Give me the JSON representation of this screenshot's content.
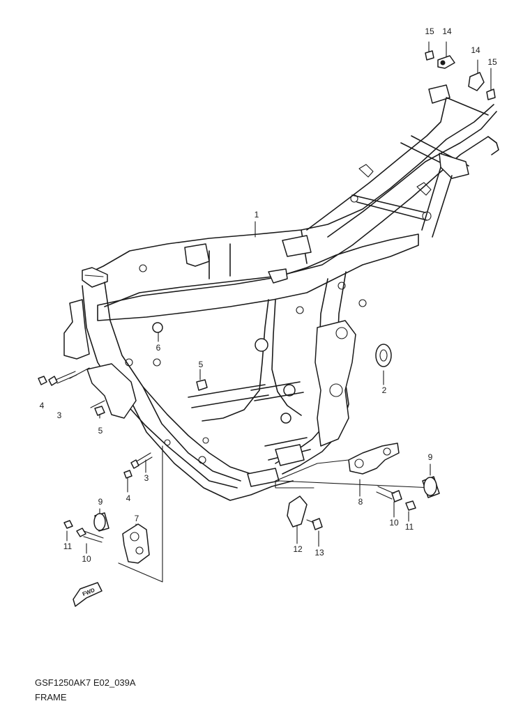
{
  "diagram": {
    "code": "GSF1250AK7 E02_039A",
    "title": "FRAME",
    "fwd_label": "FWD",
    "colors": {
      "line": "#1a1a1a",
      "background": "#ffffff"
    },
    "callouts": [
      "1",
      "2",
      "3",
      "3",
      "4",
      "4",
      "5",
      "5",
      "6",
      "7",
      "8",
      "9",
      "9",
      "10",
      "10",
      "11",
      "11",
      "12",
      "13",
      "14",
      "14",
      "15",
      "15"
    ]
  }
}
